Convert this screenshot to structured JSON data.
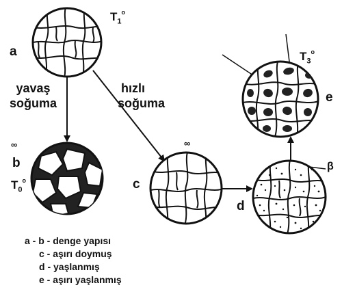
{
  "nodes": {
    "a": {
      "letter": "a",
      "temp_main": "T",
      "temp_sub": "1",
      "temp_sup": "o"
    },
    "b": {
      "letter": "b",
      "temp_main": "T",
      "temp_sub": "0",
      "temp_sup": "o",
      "phase_tag": "∞"
    },
    "c": {
      "letter": "c",
      "phase_tag": "∞"
    },
    "d": {
      "letter": "d",
      "phase_tag": "β"
    },
    "e": {
      "letter": "e",
      "temp_main": "T",
      "temp_sub": "3",
      "temp_sup": "o"
    }
  },
  "transitions": {
    "slow": {
      "line1": "yavaş",
      "line2": "soğuma"
    },
    "fast": {
      "line1": "hızlı",
      "line2": "soğuma"
    }
  },
  "legend": [
    "a - b - denge yapısı",
    "c - aşırı doymuş",
    "d - yaşlanmış",
    "e - aşırı yaşlanmış"
  ]
}
